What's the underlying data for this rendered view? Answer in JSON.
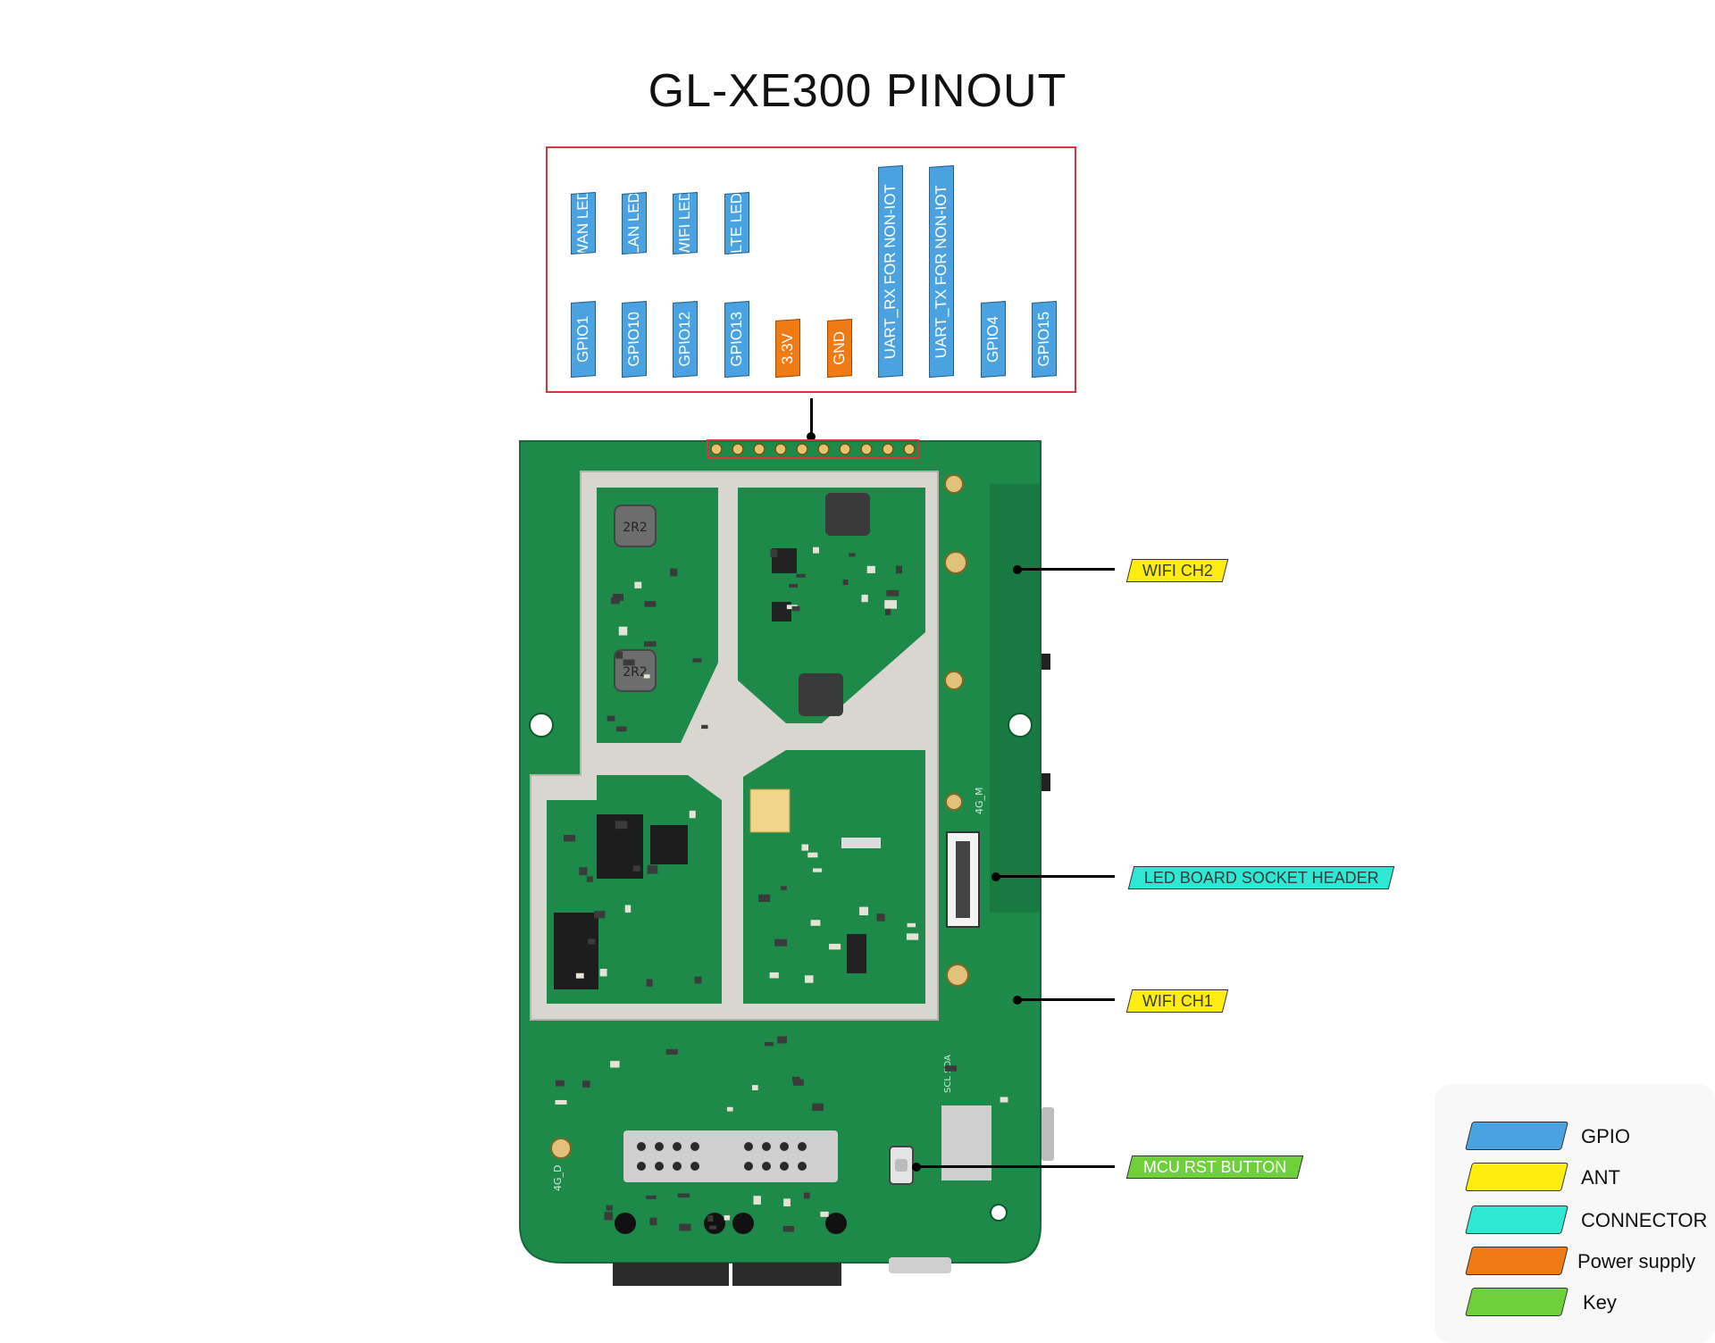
{
  "title": "GL-XE300 PINOUT",
  "header_pins": [
    {
      "top": "WAN LED",
      "bottom": "GPIO1",
      "kind": "gpio"
    },
    {
      "top": "LAN LED",
      "bottom": "GPIO10",
      "kind": "gpio"
    },
    {
      "top": "WIFI LED",
      "bottom": "GPIO12",
      "kind": "gpio"
    },
    {
      "top": "LTE LED",
      "bottom": "GPIO13",
      "kind": "gpio"
    },
    {
      "top": "",
      "bottom": "3.3V",
      "kind": "power"
    },
    {
      "top": "",
      "bottom": "GND",
      "kind": "power"
    },
    {
      "top": "",
      "bottom": "UART_RX FOR NON-IOT",
      "kind": "gpio"
    },
    {
      "top": "",
      "bottom": "UART_TX FOR NON-IOT",
      "kind": "gpio"
    },
    {
      "top": "",
      "bottom": "GPIO4",
      "kind": "gpio"
    },
    {
      "top": "",
      "bottom": "GPIO15",
      "kind": "gpio"
    }
  ],
  "callouts": {
    "wifi_ch2": "WIFI CH2",
    "led_board_socket_header": "LED BOARD SOCKET HEADER",
    "wifi_ch1": "WIFI CH1",
    "mcu_rst_button": "MCU RST BUTTON"
  },
  "board_silkscreen": {
    "inductor_top": "2R2",
    "inductor_bottom": "2R2",
    "ant_4g_left": "4G_D",
    "ant_4g_main": "4G_M",
    "i2c": "SCL SDA"
  },
  "legend": [
    {
      "label": "GPIO",
      "color": "#4aa3e0"
    },
    {
      "label": "ANT",
      "color": "#ffed10"
    },
    {
      "label": "CONNECTOR",
      "color": "#2ee8d4"
    },
    {
      "label": "Power supply",
      "color": "#f07a13"
    },
    {
      "label": "Key",
      "color": "#6fd13a"
    }
  ],
  "colors": {
    "pcb_green": "#1e8a4a",
    "pcb_dark": "#116a36",
    "shield_silver": "#d9d6cf",
    "header_outline": "#d8333a"
  }
}
